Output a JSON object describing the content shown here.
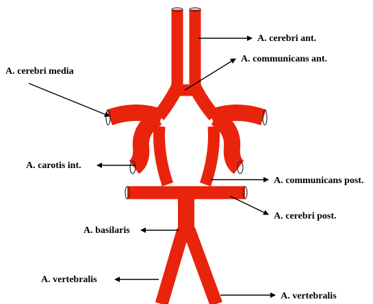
{
  "diagram": {
    "labels": {
      "cerebri_ant": "A. cerebri ant.",
      "communicans_ant": "A. communicans ant.",
      "cerebri_media": "A. cerebri media",
      "carotis_int": "A. carotis int.",
      "communicans_post": "A. communicans post.",
      "cerebri_post": "A. cerebri post.",
      "basilaris": "A. basilaris",
      "vertebralis_left": "A. vertebralis",
      "vertebralis_right": "A. vertebralis"
    },
    "colors": {
      "artery": "#e8240c",
      "outline": "#2b2b2b",
      "text": "#000000",
      "background": "#ffffff"
    }
  }
}
